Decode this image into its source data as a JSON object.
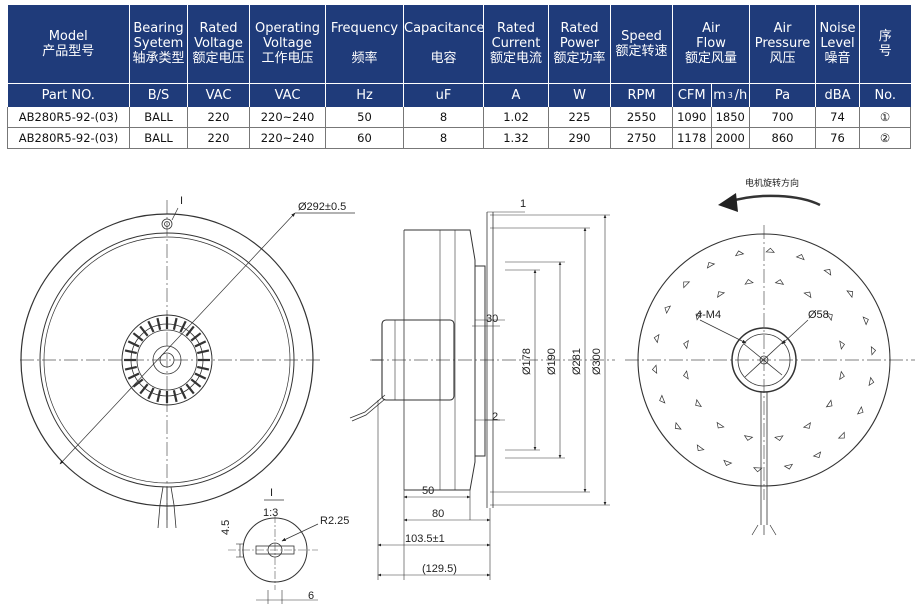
{
  "table": {
    "headers": [
      {
        "key": "model",
        "lines": [
          "Model",
          "产品型号"
        ]
      },
      {
        "key": "bearing",
        "lines": [
          "Bearing",
          "Syetem",
          "轴承类型"
        ]
      },
      {
        "key": "rated_voltage",
        "lines": [
          "Rated",
          "Voltage",
          "额定电压"
        ]
      },
      {
        "key": "operating_voltage",
        "lines": [
          "Operating",
          "Voltage",
          "工作电压"
        ]
      },
      {
        "key": "frequency",
        "lines": [
          "Frequency",
          "",
          "频率"
        ]
      },
      {
        "key": "capacitance",
        "lines": [
          "Capacitance",
          "",
          "电容"
        ]
      },
      {
        "key": "rated_current",
        "lines": [
          "Rated",
          "Current",
          "额定电流"
        ]
      },
      {
        "key": "rated_power",
        "lines": [
          "Rated",
          "Power",
          "额定功率"
        ]
      },
      {
        "key": "speed",
        "lines": [
          "Speed",
          "额定转速"
        ]
      },
      {
        "key": "air_flow",
        "lines": [
          "Air",
          "Flow",
          "额定风量"
        ]
      },
      {
        "key": "air_pressure",
        "lines": [
          "Air",
          "Pressure",
          "风压"
        ]
      },
      {
        "key": "noise",
        "lines": [
          "Noise",
          "Level",
          "噪音"
        ]
      },
      {
        "key": "no",
        "lines": [
          "序",
          "号"
        ]
      }
    ],
    "units": {
      "model": "Part NO.",
      "bearing": "B/S",
      "rated_voltage": "VAC",
      "operating_voltage": "VAC",
      "frequency": "Hz",
      "capacitance": "uF",
      "rated_current": "A",
      "rated_power": "W",
      "speed": "RPM",
      "air_flow_cfm": "CFM",
      "air_flow_m3h": "m",
      "air_flow_m3h_sup": "3",
      "air_flow_m3h_tail": "/h",
      "air_pressure": "Pa",
      "noise": "dBA",
      "no": "No."
    },
    "rows": [
      {
        "model": "AB280R5-92-(03)",
        "bearing": "BALL",
        "rated_voltage": "220",
        "operating_voltage": "220~240",
        "frequency": "50",
        "capacitance": "8",
        "rated_current": "1.02",
        "rated_power": "225",
        "speed": "2550",
        "air_flow_cfm": "1090",
        "air_flow_m3h": "1850",
        "air_pressure": "700",
        "noise": "74",
        "no": "①"
      },
      {
        "model": "AB280R5-92-(03)",
        "bearing": "BALL",
        "rated_voltage": "220",
        "operating_voltage": "220~240",
        "frequency": "60",
        "capacitance": "8",
        "rated_current": "1.32",
        "rated_power": "290",
        "speed": "2750",
        "air_flow_cfm": "1178",
        "air_flow_m3h": "2000",
        "air_pressure": "860",
        "noise": "76",
        "no": "②"
      }
    ]
  },
  "drawing": {
    "rotation_label": "电机旋转方向",
    "dims": {
      "outer_dia": "Ø292±0.5",
      "section_ref": "I",
      "view_ref": "I",
      "scale": "1:3",
      "radius": "R2.25",
      "slot_h": "4.5",
      "slot_w": "6",
      "top_gap": "1",
      "d30": "30",
      "d2": "2",
      "d178": "Ø178",
      "d190": "Ø190",
      "d281": "Ø281",
      "d300": "Ø300",
      "d50": "50",
      "d80": "80",
      "d103": "103.5±1",
      "d129": "(129.5)",
      "holes": "4-M4",
      "d58": "Ø58"
    }
  }
}
